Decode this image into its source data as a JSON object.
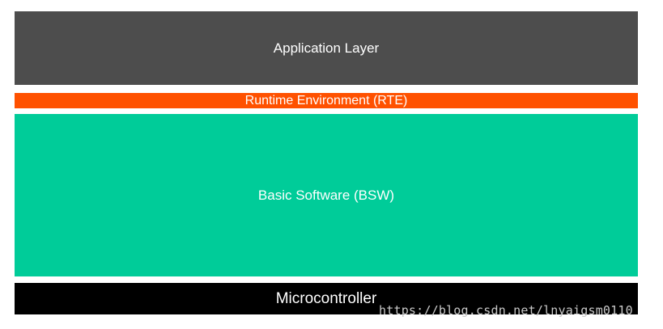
{
  "diagram": {
    "layers": {
      "application": "Application Layer",
      "rte": "Runtime Environment (RTE)",
      "bsw": "Basic Software (BSW)",
      "microcontroller": "Microcontroller"
    },
    "colors": {
      "application": "#4d4d4d",
      "rte": "#ff5100",
      "bsw": "#00cc99",
      "microcontroller": "#000000"
    }
  },
  "watermark": "https://blog.csdn.net/lnyaigsm0110"
}
